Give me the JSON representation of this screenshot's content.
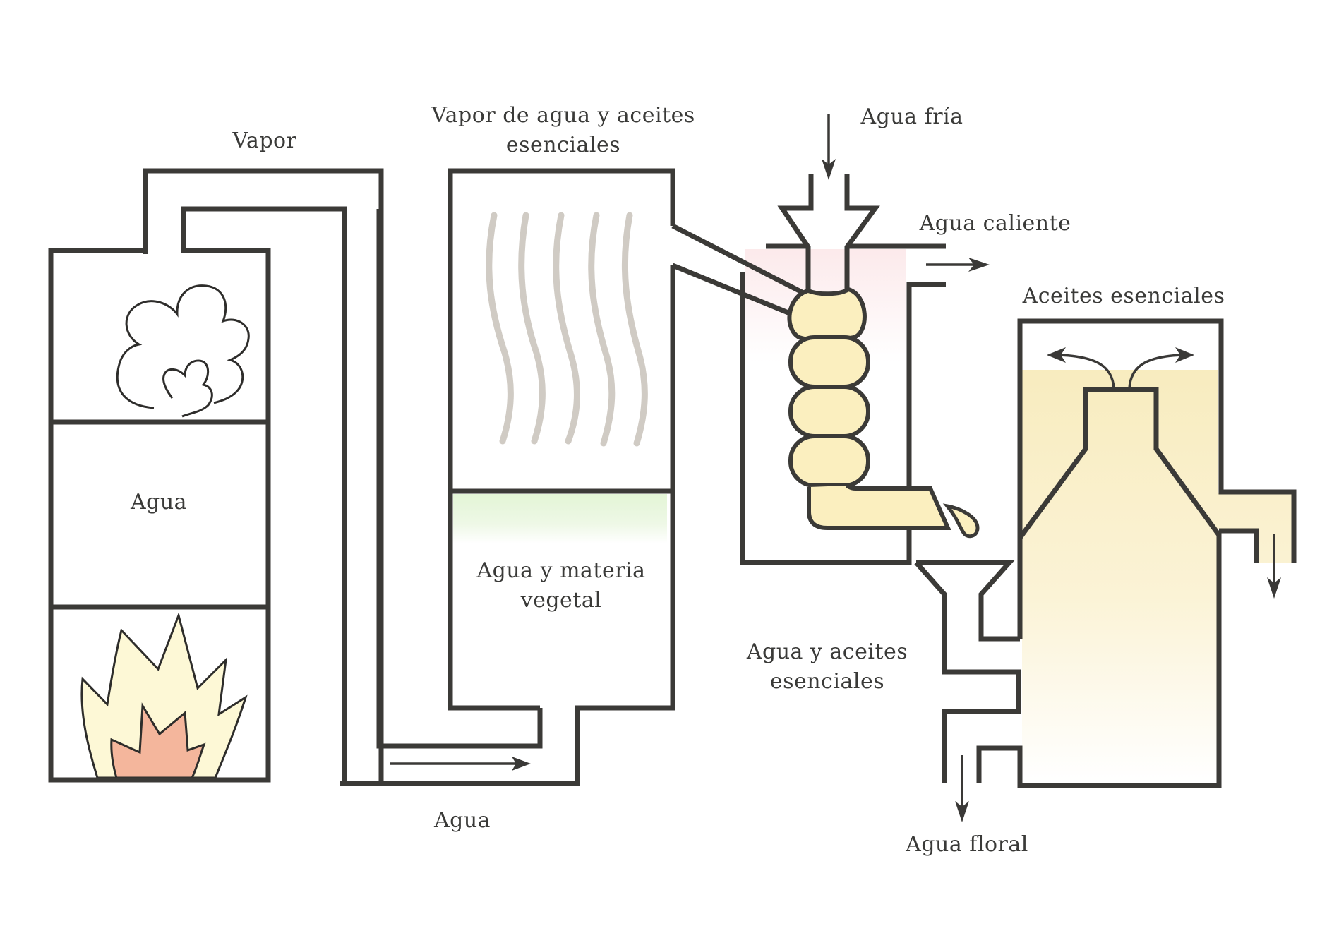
{
  "diagram": {
    "title": "Destilación por arrastre de vapor",
    "labels": {
      "vapor": "Vapor",
      "boiler_water": "Agua",
      "vapor_agua_aceites": [
        "Vapor de agua y aceites",
        "esenciales"
      ],
      "agua_materia_vegetal": [
        "Agua y materia",
        "vegetal"
      ],
      "agua_return": "Agua",
      "agua_fria": "Agua fría",
      "agua_caliente": "Agua caliente",
      "aceites_esenciales": "Aceites esenciales",
      "agua_y_aceites": [
        "Agua y aceites",
        "esenciales"
      ],
      "agua_floral": "Agua floral"
    },
    "components": [
      {
        "id": "boiler",
        "sections": [
          "vapor (cloud)",
          "agua",
          "fuego (flame)"
        ]
      },
      {
        "id": "still",
        "sections": [
          "vapor de agua y aceites esenciales",
          "agua y materia vegetal"
        ]
      },
      {
        "id": "condenser",
        "parts": [
          "cold water inlet",
          "hot water outlet",
          "coil (4 turns)",
          "drip outlet"
        ]
      },
      {
        "id": "separator",
        "parts": [
          "funnel",
          "essential oil outlet",
          "floral water outlet"
        ]
      }
    ],
    "colors": {
      "line": "#3b3a37",
      "flame_outer": "#fdf8d6",
      "flame_inner": "#f4b69c",
      "coil_fill": "#fbefbf",
      "oil_fill": "#faf0c8",
      "plant_tint": "#e6f6dc",
      "vapor_stroke": "#cbc5be",
      "condenser_tint": "#fbe6e8"
    }
  }
}
